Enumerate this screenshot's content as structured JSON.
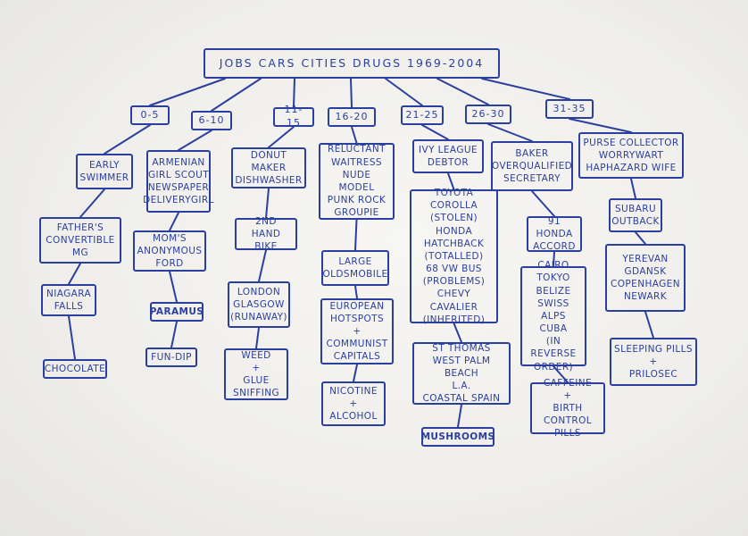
{
  "root": "JOBS  CARS  CITIES  DRUGS  1969-2004",
  "columns": [
    {
      "age": "0-5",
      "jobs": "EARLY\nSWIMMER",
      "cars": "FATHER'S\nCONVERTIBLE\nMG",
      "cities": "NIAGARA\nFALLS",
      "drugs": "CHOCOLATE"
    },
    {
      "age": "6-10",
      "jobs": "ARMENIAN\nGIRL SCOUT\nNEWSPAPER\nDELIVERYGIRL",
      "cars": "MOM'S\nANONYMOUS\nFORD",
      "cities": "PARAMUS",
      "drugs": "FUN-DIP"
    },
    {
      "age": "11-15",
      "jobs": "DONUT\nMAKER\nDISHWASHER",
      "cars": "2ND HAND\nBIKE",
      "cities": "LONDON\nGLASGOW\n(RUNAWAY)",
      "drugs": "WEED\n+\nGLUE\nSNIFFING"
    },
    {
      "age": "16-20",
      "jobs": "RELUCTANT\nWAITRESS\nNUDE MODEL\nPUNK ROCK\nGROUPIE",
      "cars": "LARGE\nOLDSMOBILE",
      "cities": "EUROPEAN\nHOTSPOTS\n+\nCOMMUNIST\nCAPITALS",
      "drugs": "NICOTINE\n+\nALCOHOL"
    },
    {
      "age": "21-25",
      "jobs": "IVY LEAGUE\nDEBTOR",
      "cars": "TOYOTA COROLLA\n(STOLEN)\nHONDA HATCHBACK\n(TOTALLED)\n68 VW BUS\n(PROBLEMS)\nCHEVY CAVALIER\n(INHERITED)",
      "cities": "ST THOMAS\nWEST PALM BEACH\nL.A.\nCOASTAL SPAIN",
      "drugs": "MUSHROOMS"
    },
    {
      "age": "26-30",
      "jobs": "BAKER\nOVERQUALIFIED\nSECRETARY",
      "cars": "91 HONDA\nACCORD",
      "cities": "CAIRO\nTOKYO\nBELIZE\nSWISS ALPS\nCUBA\n(IN REVERSE\nORDER)",
      "drugs": "CAFFEINE\n+\nBIRTH CONTROL\nPILLS"
    },
    {
      "age": "31-35",
      "jobs": "PURSE COLLECTOR\nWORRYWART\nHAPHAZARD WIFE",
      "cars": "SUBARU\nOUTBACK",
      "cities": "YEREVAN\nGDANSK\nCOPENHAGEN\nNEWARK",
      "drugs": "SLEEPING PILLS\n+\nPRILOSEC"
    }
  ],
  "colors": {
    "ink": "#2b3f9e",
    "paper": "#f2f1ed"
  }
}
